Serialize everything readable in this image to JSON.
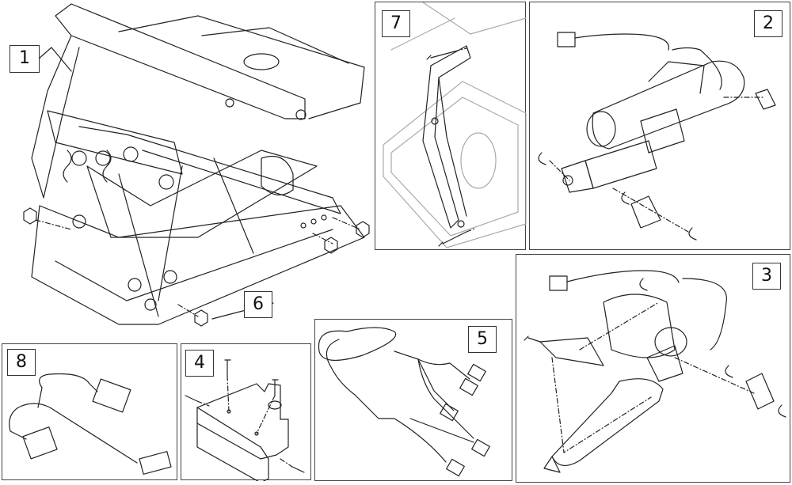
{
  "callouts": {
    "p1": "1",
    "p2": "2",
    "p3": "3",
    "p4": "4",
    "p5": "5",
    "p6": "6",
    "p7": "7",
    "p8": "8"
  },
  "colors": {
    "line": "#222222",
    "border": "#444444",
    "background": "#ffffff"
  }
}
